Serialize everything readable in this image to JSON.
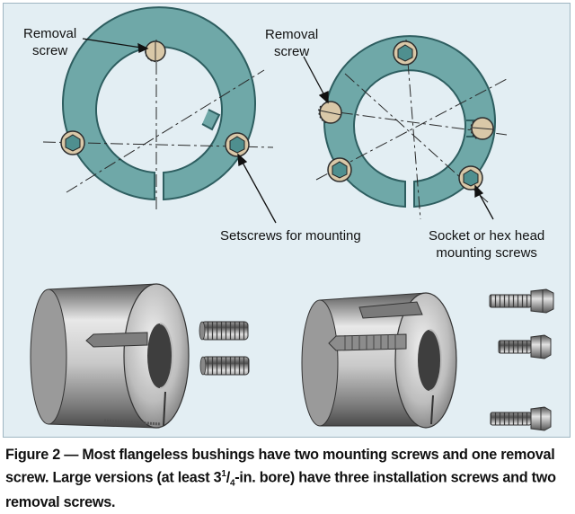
{
  "labels": {
    "left_removal_screw": [
      "Removal",
      "screw"
    ],
    "right_removal_screw": [
      "Removal",
      "screw"
    ],
    "setscrews": "Setscrews for mounting",
    "mounting_screws": [
      "Socket or hex head",
      "mounting screws"
    ]
  },
  "caption": {
    "part1": "Figure 2 — Most flangeless bushings have two mounting screws and one removal screw. Large versions (at least 3",
    "frac_num": "1",
    "frac_den": "4",
    "part2": "-in. bore) have three installation screws and two removal screws."
  },
  "colors": {
    "panel_bg": "#e3eef3",
    "bushing_fill": "#6fa8a8",
    "bushing_stroke": "#2e5e60",
    "screw_ring": "#d9c8a8",
    "screw_hex": "#4f8f8f",
    "metal_light": "#d8d8d8",
    "metal_dark": "#6a6a6a"
  },
  "icons": [
    "bushing-top-view-icon",
    "tapered-bushing-3d-icon",
    "setscrew-icon",
    "hex-bolt-icon"
  ]
}
